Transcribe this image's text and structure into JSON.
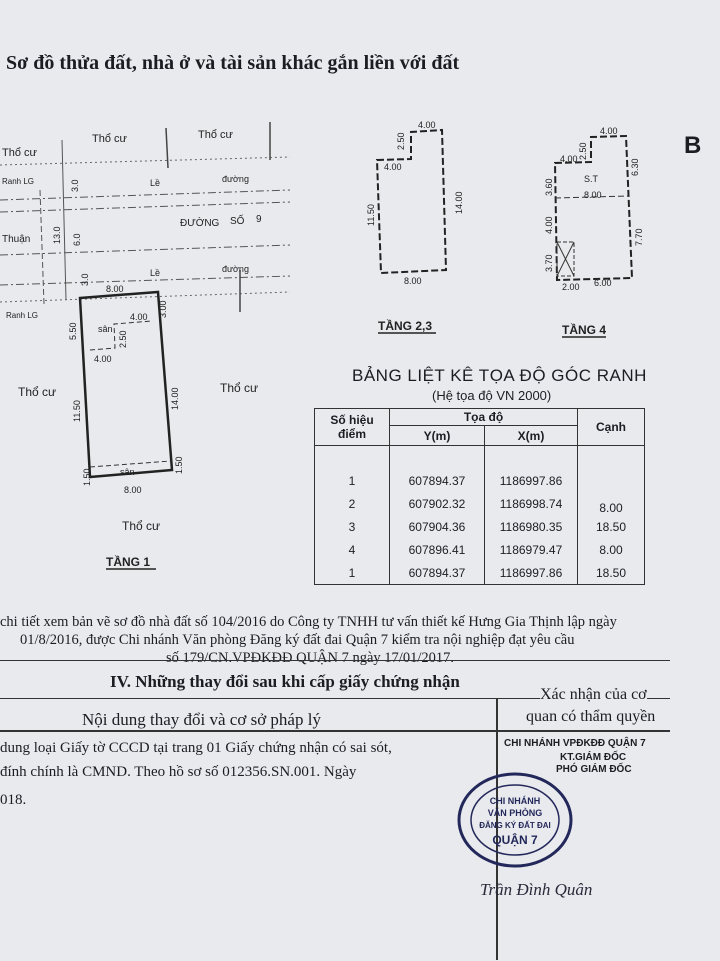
{
  "document": {
    "title": "Sơ đồ thửa đất, nhà ở và tài sản khác gắn liền với đất",
    "corner_letter": "B",
    "site_plan": {
      "tho_cu": "Thổ cư",
      "ranh_lg": "Ranh LG",
      "le_duong": [
        "Lề",
        "đường"
      ],
      "duong_so": [
        "ĐƯỜNG",
        "SỐ",
        "9"
      ],
      "thuan": "Thuận",
      "san": "sân",
      "dims": {
        "d3": "3.0",
        "d13": "13.0",
        "d6": "6.0",
        "d3b": "3.0",
        "d8": "8.00",
        "d300": "3.00",
        "d550": "5.50",
        "d400": "4.00",
        "d250": "2.50",
        "d1400": "14.00",
        "d1150": "11.50",
        "d150": "1.50"
      },
      "floor1_label": "TẦNG 1"
    },
    "floor23": {
      "label": "TẦNG 2,3",
      "dims": {
        "top": "4.00",
        "left_top": "2.50",
        "inner": "4.00",
        "right": "14.00",
        "left": "11.50",
        "bottom": "8.00"
      }
    },
    "floor4": {
      "label": "TẦNG 4",
      "dims": {
        "top": "4.00",
        "top_small": "2.50",
        "inner": "4.00",
        "right_top": "6.30",
        "st": "S.T",
        "mid": "8.00",
        "left_mid": "3.60",
        "left_low": "4.00",
        "right_low": "7.70",
        "left_bottom": "3.70",
        "bottom_a": "2.00",
        "bottom_b": "6.00"
      }
    },
    "coord_table": {
      "title": "BẢNG LIỆT KÊ TỌA ĐỘ GÓC RANH",
      "subtitle": "(Hệ tọa độ VN 2000)",
      "headers": {
        "point": "Số hiệu điểm",
        "coord": "Tọa độ",
        "y": "Y(m)",
        "x": "X(m)",
        "edge": "Cạnh"
      },
      "rows": [
        {
          "point": "1",
          "y": "607894.37",
          "x": "1186997.86"
        },
        {
          "point": "2",
          "y": "607902.32",
          "x": "1186998.74"
        },
        {
          "point": "3",
          "y": "607904.36",
          "x": "1186980.35"
        },
        {
          "point": "4",
          "y": "607896.41",
          "x": "1186979.47"
        },
        {
          "point": "1",
          "y": "607894.37",
          "x": "1186997.86"
        }
      ],
      "edges": [
        "8.00",
        "18.50",
        "8.00",
        "18.50"
      ]
    },
    "note_lines": [
      "chi tiết xem bản vẽ sơ đồ nhà đất số 104/2016 do Công ty TNHH tư vấn thiết kế Hưng Gia Thịnh lập ngày",
      "01/8/2016, được Chi nhánh Văn phòng Đăng ký đất đai Quận 7 kiểm tra nội nghiệp đạt yêu cầu",
      "số 179/CN.VPĐKĐĐ QUẬN 7 ngày 17/01/2017."
    ],
    "section_iv": {
      "title": "IV. Những thay đổi sau khi cấp giấy chứng nhận",
      "col_left": "Nội dung thay đổi và cơ sở pháp lý",
      "col_right": [
        "Xác nhận của cơ",
        "quan có thẩm quyền"
      ],
      "body_lines": [
        "dung loại Giấy tờ CCCD tại trang 01 Giấy chứng nhận có sai sót,",
        "đính chính là CMND. Theo hồ sơ số 012356.SN.001. Ngày",
        "018."
      ],
      "office_lines": [
        "CHI NHÁNH VPĐKĐĐ QUẬN 7",
        "KT.GIÁM ĐỐC",
        "PHÓ GIÁM ĐỐC"
      ],
      "stamp_lines": [
        "CHI NHÁNH",
        "VĂN PHÒNG",
        "ĐĂNG KÝ ĐẤT ĐAI",
        "QUẬN 7"
      ],
      "signature": "Trần Đình Quân"
    }
  }
}
